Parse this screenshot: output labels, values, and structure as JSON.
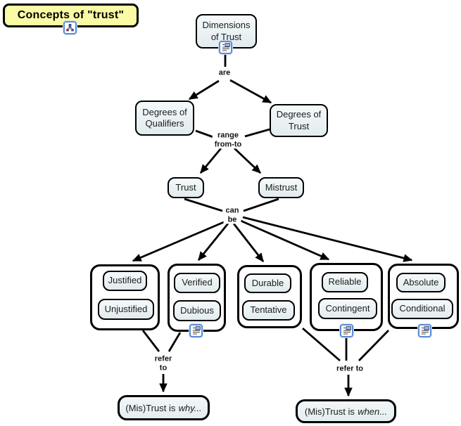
{
  "title": {
    "label": "Concepts of \"trust\""
  },
  "nodes": {
    "dimensions": "Dimensions\nof Trust",
    "degrees_qualifiers": "Degrees of\nQualifiers",
    "degrees_trust": "Degrees of\nTrust",
    "trust": "Trust",
    "mistrust": "Mistrust",
    "justified": "Justified",
    "unjustified": "Unjustified",
    "verified": "Verified",
    "dubious": "Dubious",
    "durable": "Durable",
    "tentative": "Tentative",
    "reliable": "Reliable",
    "contingent": "Contingent",
    "absolute": "Absolute",
    "conditional": "Conditional"
  },
  "links": {
    "are": "are",
    "range_from_to": "range\nfrom-to",
    "can_be": "can\nbe",
    "refer_to_left": "refer\nto",
    "refer_to_right": "refer to"
  },
  "statements": {
    "why": {
      "prefix": "(Mis)Trust is",
      "italic": "why..."
    },
    "when": {
      "prefix": "(Mis)Trust is",
      "italic": "when..."
    }
  },
  "icons": {
    "map": "concept-map-icon",
    "resource": "document-resource-icon"
  },
  "colors": {
    "title_fill": "#fafaa5",
    "node_fill": "#e8eff2",
    "line": "#000000",
    "icon_border": "#5b8dd6"
  }
}
